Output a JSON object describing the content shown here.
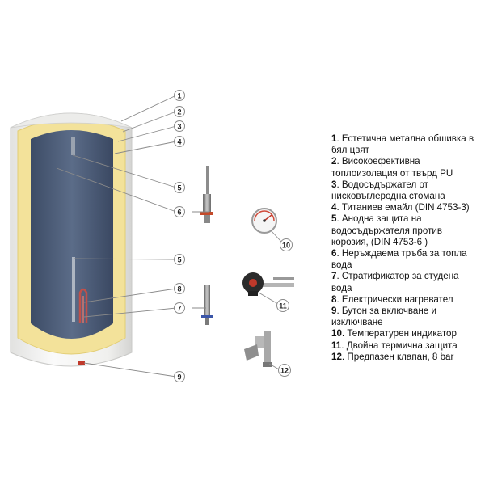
{
  "colors": {
    "tank_shell": "#f4f4f3",
    "insulation": "#f3e29a",
    "tank_inner": "#4d5e79",
    "anode_rust": "#c44a2a",
    "stratifier_blue": "#3a55a8",
    "leader_line": "#8a8a8a"
  },
  "callouts": [
    {
      "num": "1",
      "target": "metal-casing"
    },
    {
      "num": "2",
      "target": "insulation"
    },
    {
      "num": "3",
      "target": "steel-tank"
    },
    {
      "num": "4",
      "target": "titanium-enamel"
    },
    {
      "num": "5",
      "target": "anode"
    },
    {
      "num": "6",
      "target": "hot-water-pipe"
    },
    {
      "num": "5",
      "target": "anode-side"
    },
    {
      "num": "8",
      "target": "heater"
    },
    {
      "num": "7",
      "target": "stratifier"
    },
    {
      "num": "9",
      "target": "switch"
    },
    {
      "num": "10",
      "target": "thermometer"
    },
    {
      "num": "11",
      "target": "thermostat"
    },
    {
      "num": "12",
      "target": "safety-valve"
    }
  ],
  "legend": [
    {
      "num": "1",
      "text": "Естетична метална обшивка в бял цвят"
    },
    {
      "num": "2",
      "text": "Високоефективна топлоизолация от твърд PU"
    },
    {
      "num": "3",
      "text": "Водосъдържател от нисковъглеродна стомана"
    },
    {
      "num": "4",
      "text": "Титаниев емайл (DIN 4753-3)"
    },
    {
      "num": "5",
      "text": "Анодна защита на водосъдържателя против корозия, (DIN 4753-6 )"
    },
    {
      "num": "6",
      "text": "Неръждаема тръба за топла вода"
    },
    {
      "num": "7",
      "text": "Стратификатор за студена вода"
    },
    {
      "num": "8",
      "text": "Електрически нагревател"
    },
    {
      "num": "9",
      "text": "Бутон за включване и изключване"
    },
    {
      "num": "10",
      "text": "Температурен индикатор"
    },
    {
      "num": "11",
      "text": "Двойна термична защита"
    },
    {
      "num": "12",
      "text": "Предпазен клапан, 8 bar"
    }
  ]
}
